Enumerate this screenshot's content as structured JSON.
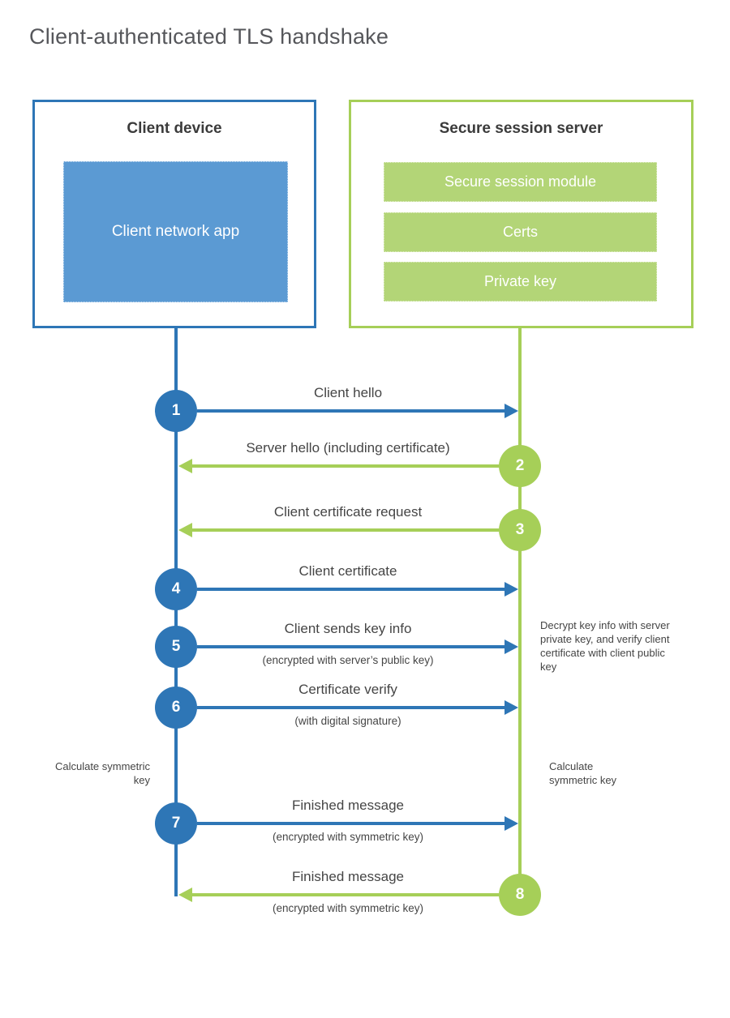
{
  "title": "Client-authenticated TLS handshake",
  "colors": {
    "blue_accent": "#2e76b6",
    "blue_fill": "#5b9ad3",
    "green_accent": "#a6cf58",
    "green_fill": "#b3d577",
    "text": "#454545",
    "title_text": "#56575b"
  },
  "client": {
    "title": "Client device",
    "app_label": "Client network app"
  },
  "server": {
    "title": "Secure session server",
    "modules": [
      "Secure session module",
      "Certs",
      "Private key"
    ]
  },
  "steps": [
    {
      "num": "1",
      "from": "client",
      "label": "Client hello",
      "sub": ""
    },
    {
      "num": "2",
      "from": "server",
      "label": "Server hello (including certificate)",
      "sub": ""
    },
    {
      "num": "3",
      "from": "server",
      "label": "Client certificate request",
      "sub": ""
    },
    {
      "num": "4",
      "from": "client",
      "label": "Client certificate",
      "sub": ""
    },
    {
      "num": "5",
      "from": "client",
      "label": "Client sends key info",
      "sub": "(encrypted with server’s public key)"
    },
    {
      "num": "6",
      "from": "client",
      "label": "Certificate verify",
      "sub": "(with digital signature)"
    },
    {
      "num": "7",
      "from": "client",
      "label": "Finished message",
      "sub": "(encrypted with symmetric key)"
    },
    {
      "num": "8",
      "from": "server",
      "label": "Finished message",
      "sub": "(encrypted with symmetric key)"
    }
  ],
  "notes": {
    "decrypt": "Decrypt key info with server private key, and verify client certificate with client public key",
    "calc_left": "Calculate symmetric key",
    "calc_right": "Calculate symmetric key"
  }
}
